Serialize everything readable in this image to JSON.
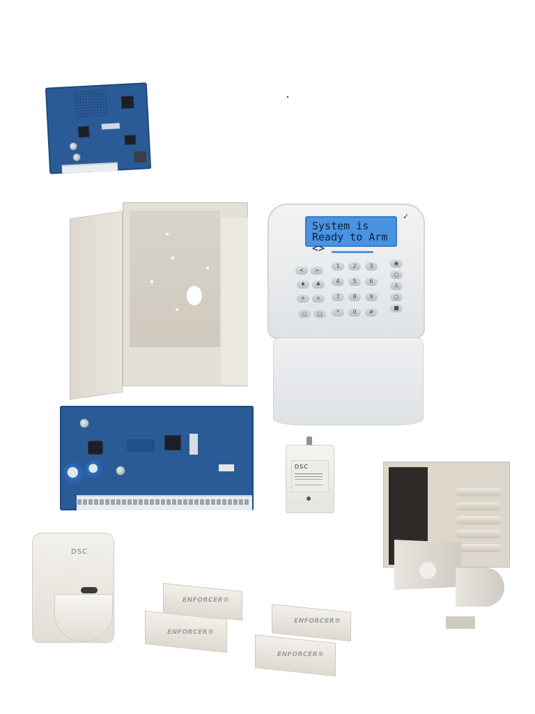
{
  "composite": {
    "description": "Security alarm system kit product collage",
    "background_color": "#ffffff"
  },
  "products": {
    "communicator_board": {
      "name": "ip-communicator-pcb",
      "color": "#2a5b96"
    },
    "metal_cabinet": {
      "name": "metal-enclosure-cabinet",
      "color": "#e4e0d8"
    },
    "keypad": {
      "name": "lcd-keypad",
      "lcd_line1": "System is",
      "lcd_line2": "Ready to Arm <>",
      "check_mark": "✓",
      "lcd_color": "#4a93e0",
      "left_keys": [
        "<",
        ">",
        "♦",
        "♣",
        "+",
        "+",
        "○",
        "□"
      ],
      "number_keys": [
        "1",
        "2",
        "3",
        "4",
        "5",
        "6",
        "7",
        "8",
        "9",
        "*",
        "0",
        "#"
      ],
      "function_keys": [
        "◉",
        "○",
        "♙",
        "○",
        "■"
      ]
    },
    "control_panel_board": {
      "name": "alarm-control-panel-pcb",
      "color": "#2a5b96"
    },
    "transformer": {
      "name": "plug-in-transformer",
      "brand": "DSC"
    },
    "siren": {
      "name": "siren-cabinet-and-horn",
      "color": "#dcd6cb"
    },
    "motion_detector": {
      "name": "pir-motion-detector",
      "brand": "DSC"
    },
    "door_contacts": {
      "name": "magnetic-door-contacts",
      "labels": [
        "ENFORCER®",
        "ENFORCER®",
        "ENFORCER®",
        "ENFORCER®"
      ]
    }
  },
  "artifacts": {
    "dot": "."
  }
}
